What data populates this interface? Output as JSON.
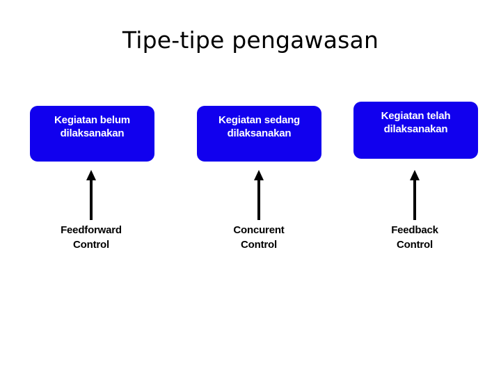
{
  "slide": {
    "title": "Tipe-tipe pengawasan",
    "background_color": "#ffffff",
    "box_color": "#1100ee",
    "box_text_color": "#ffffff",
    "caption_color": "#000000",
    "arrow_color": "#000000"
  },
  "columns": [
    {
      "box": {
        "line1": "Kegiatan belum",
        "line2": "dilaksanakan"
      },
      "arrow": {
        "direction": "up",
        "icon": "arrow-up-icon"
      },
      "caption": {
        "line1": "Feedforward",
        "line2": "Control"
      }
    },
    {
      "box": {
        "line1": "Kegiatan sedang",
        "line2": "dilaksanakan"
      },
      "arrow": {
        "direction": "up",
        "icon": "arrow-up-icon"
      },
      "caption": {
        "line1": "Concurent",
        "line2": "Control"
      }
    },
    {
      "box": {
        "line1": "Kegiatan telah",
        "line2": "dilaksanakan"
      },
      "arrow": {
        "direction": "up",
        "icon": "arrow-up-icon"
      },
      "caption": {
        "line1": "Feedback",
        "line2": "Control"
      }
    }
  ]
}
